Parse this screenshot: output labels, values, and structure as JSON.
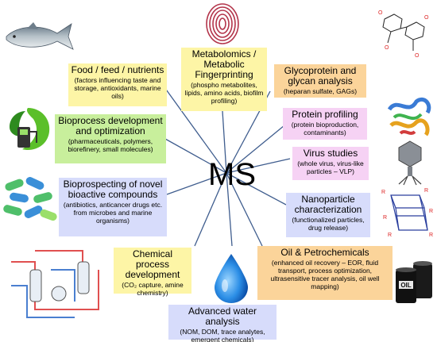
{
  "center": "MS",
  "colors": {
    "yellow": "#fdf5a6",
    "green": "#c8ef9c",
    "blue": "#d7dcfb",
    "pink": "#f6d2f4",
    "orange": "#fbd49a",
    "ray": "#3f5d8e"
  },
  "boxes": {
    "food": {
      "title": "Food / feed / nutrients",
      "sub": "(factors influencing taste and storage, antioxidants, marine oils)"
    },
    "metabolomics": {
      "title": "Metabolomics / Metabolic Fingerprinting",
      "sub": "(phospho metabolites, lipids, amino acids, biofilm profiling)"
    },
    "glyco": {
      "title": "Glycoprotein and glycan analysis",
      "sub": "(heparan sulfate, GAGs)"
    },
    "bioprocess": {
      "title": "Bioprocess development and optimization",
      "sub": "(pharmaceuticals, polymers, biorefinery, small molecules)"
    },
    "protein": {
      "title": "Protein profiling",
      "sub": "(protein bioproduction, contaminants)"
    },
    "virus": {
      "title": "Virus studies",
      "sub": "(whole virus, virus-like particles – VLP)"
    },
    "bioprospect": {
      "title": "Bioprospecting of novel bioactive compounds",
      "sub": "(antibiotics, anticancer drugs etc. from microbes and marine organisms)"
    },
    "nano": {
      "title": "Nanoparticle characterization",
      "sub": "(functionalized particles, drug release)"
    },
    "chemical": {
      "title": "Chemical process development",
      "sub": "(CO₂ capture, amine chemistry)"
    },
    "oil": {
      "title": "Oil & Petrochemicals",
      "sub": "(enhanced oil recovery – EOR, fluid transport, process optimization, ultrasensitive tracer analysis, oil well mapping)"
    },
    "water": {
      "title": "Advanced water analysis",
      "sub": "(NOM, DOM, trace analytes, emergent chemicals)"
    }
  },
  "icons": [
    "fish-icon",
    "fingerprint-icon",
    "glycan-structure-icon",
    "fuel-pump-leaf-icon",
    "protein-ribbon-icon",
    "virus-icon",
    "capsules-icon",
    "siloxane-structure-icon",
    "process-flow-diagram-icon",
    "water-drop-icon",
    "oil-barrels-icon"
  ],
  "oil_barrel_label": "OIL"
}
